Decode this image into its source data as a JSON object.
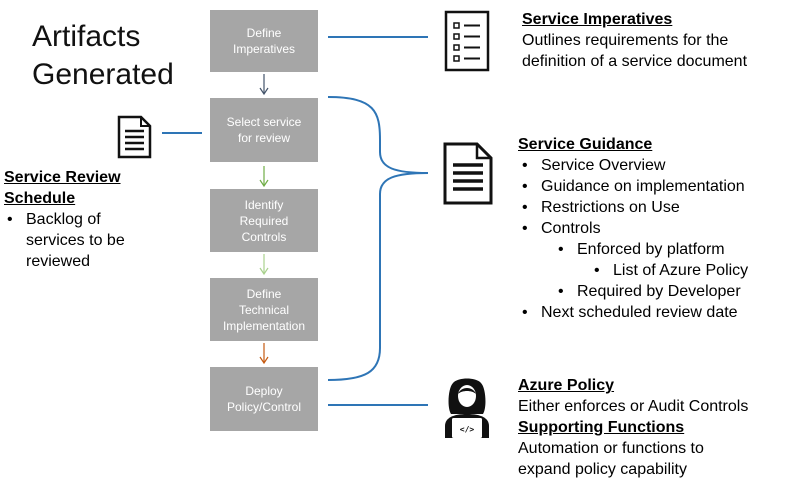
{
  "title": {
    "line1": "Artifacts",
    "line2": "Generated"
  },
  "steps": [
    {
      "line1": "Define",
      "line2": "Imperatives"
    },
    {
      "line1": "Select service",
      "line2": "for review"
    },
    {
      "line1": "Identify",
      "line2": "Required",
      "line3": "Controls"
    },
    {
      "line1": "Define",
      "line2": "Technical",
      "line3": "Implementation"
    },
    {
      "line1": "Deploy",
      "line2": "Policy/Control"
    }
  ],
  "arrow_colors": [
    "#44546a",
    "#70ad47",
    "#a9d18e",
    "#c55a11"
  ],
  "connector_color": "#2e75b6",
  "review_schedule": {
    "heading_line1": "Service Review",
    "heading_line2": "Schedule",
    "bullet_line1": "Backlog of",
    "bullet_line2": "services to be",
    "bullet_line3": "reviewed"
  },
  "imperatives": {
    "heading": "Service Imperatives",
    "line1": "Outlines requirements for the",
    "line2": "definition of a service document"
  },
  "guidance": {
    "heading": "Service Guidance",
    "items": [
      "Service Overview",
      "Guidance on implementation",
      "Restrictions on Use",
      "Controls",
      "Enforced by platform",
      "List of Azure Policy",
      "Required by Developer",
      "Next scheduled review date"
    ]
  },
  "policy": {
    "heading": "Azure Policy",
    "line1": "Either enforces or Audit Controls",
    "heading2": "Supporting Functions",
    "line2": "Automation or functions to",
    "line3": "expand policy capability"
  },
  "icons": {
    "checklist": "checklist-icon",
    "doc_small": "document-icon",
    "doc_large": "document-icon",
    "developer": "developer-icon"
  }
}
